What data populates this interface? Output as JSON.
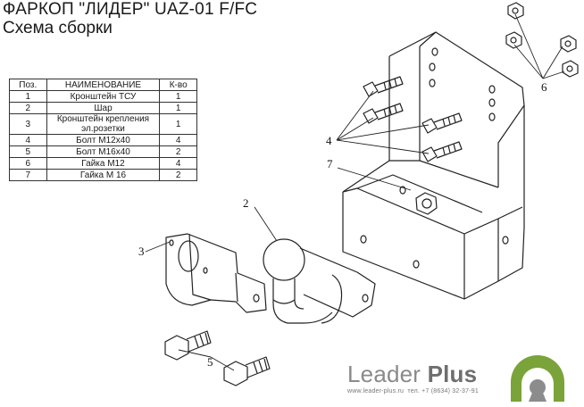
{
  "header": {
    "title": "ФАРКОП \"ЛИДЕР\" UAZ-01 F/FC",
    "subtitle": "Схема сборки"
  },
  "parts_table": {
    "headers": [
      "Поз.",
      "НАИМЕНОВАНИЕ",
      "К-во"
    ],
    "rows": [
      {
        "pos": "1",
        "name": "Кронштейн ТСУ",
        "qty": "1"
      },
      {
        "pos": "2",
        "name": "Шар",
        "qty": "1"
      },
      {
        "pos": "3",
        "name": "Кронштейн крепления эл.розетки",
        "qty": "1"
      },
      {
        "pos": "4",
        "name": "Болт М12х40",
        "qty": "4"
      },
      {
        "pos": "5",
        "name": "Болт М16х40",
        "qty": "2"
      },
      {
        "pos": "6",
        "name": "Гайка М12",
        "qty": "4"
      },
      {
        "pos": "7",
        "name": "Гайка  М 16",
        "qty": "2"
      }
    ]
  },
  "callouts": {
    "c2": "2",
    "c3": "3",
    "c4": "4",
    "c5": "5",
    "c6": "6",
    "c7": "7"
  },
  "brand": {
    "name_light": "Leader ",
    "name_bold": "Plus",
    "website": "www.leader-plus.ru",
    "phone": "тел. +7 (8634) 32-37-91",
    "logo_color": "#7aa33a"
  }
}
